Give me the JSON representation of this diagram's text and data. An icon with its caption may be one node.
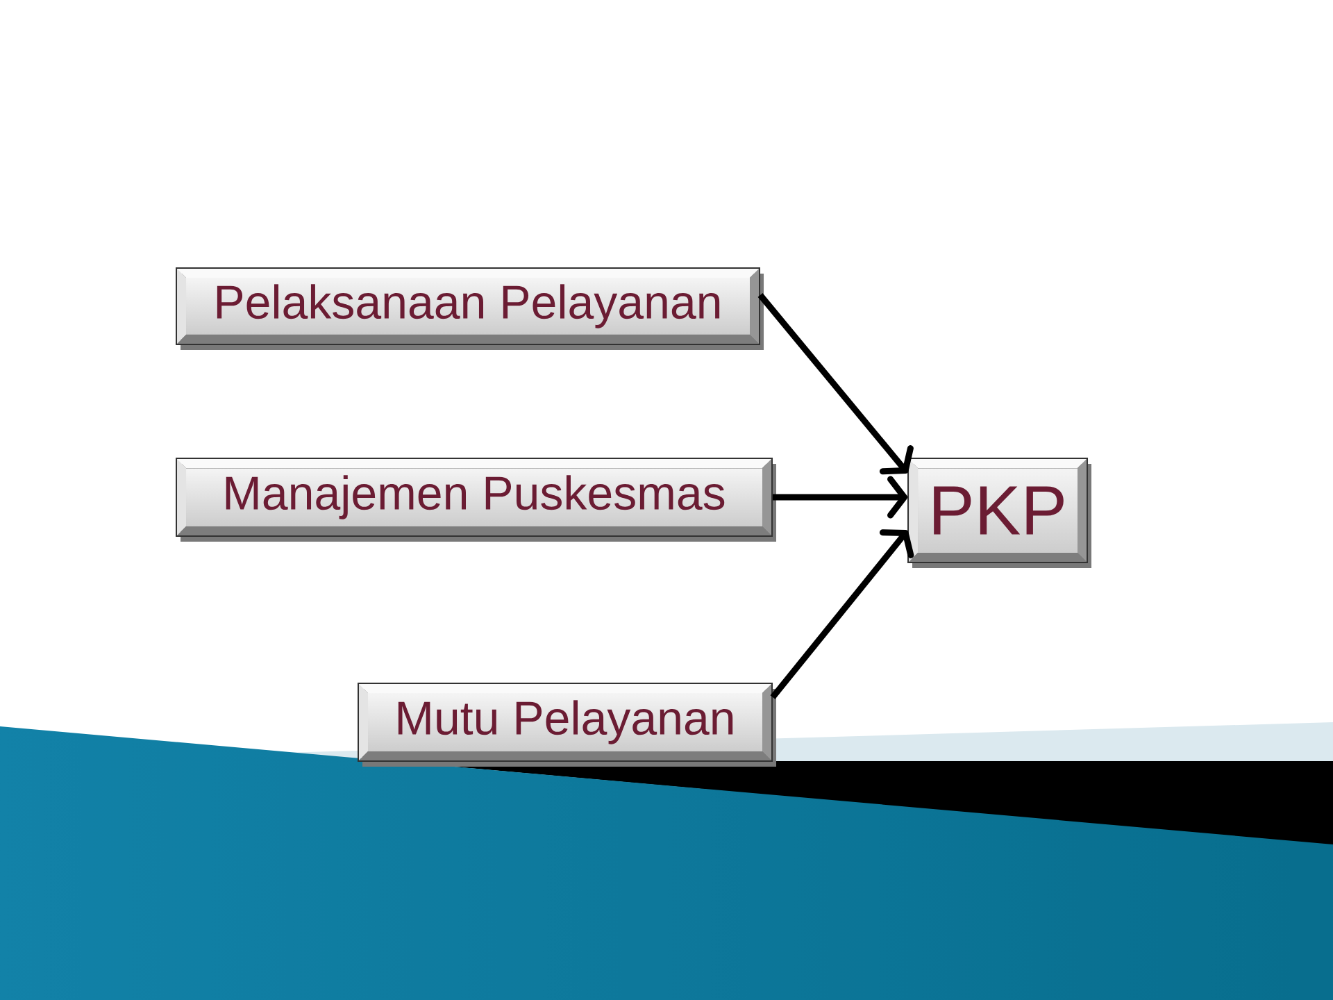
{
  "diagram": {
    "nodes": [
      {
        "text": [
          "Pelaksanaan Pelayanan"
        ]
      },
      {
        "text": [
          "Manajemen Puskesmas"
        ]
      },
      {
        "text": [
          "Mutu Pelayanan"
        ]
      },
      {
        "text": [
          "PKP"
        ]
      }
    ],
    "edges": [
      {
        "from": 0,
        "to": 3,
        "arrow": "to"
      },
      {
        "from": 1,
        "to": 3,
        "arrow": "to"
      },
      {
        "from": 2,
        "to": 3,
        "arrow": "to"
      }
    ]
  }
}
